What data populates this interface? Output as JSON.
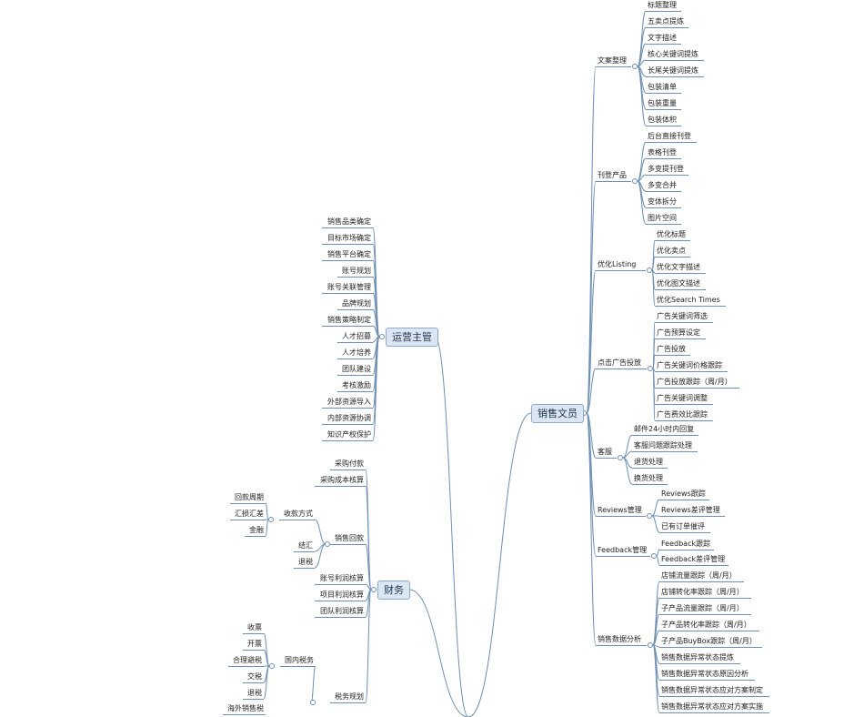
{
  "center_edge": {
    "label": ""
  },
  "hubs": {
    "sales": {
      "label": "销售文员",
      "groups": [
        {
          "label": "文案整理",
          "items": [
            "标题整理",
            "五卖点提炼",
            "文字描述",
            "核心关键词提炼",
            "长尾关键词提炼",
            "包装清单",
            "包装重量",
            "包装体积"
          ]
        },
        {
          "label": "刊登产品",
          "items": [
            "后台直接刊登",
            "表格刊登",
            "多变提刊登",
            "多变合并",
            "变体拆分",
            "图片空间"
          ]
        },
        {
          "label": "优化Listing",
          "items": [
            "优化标题",
            "优化卖点",
            "优化文字描述",
            "优化图文描述",
            "优化Search Times"
          ]
        },
        {
          "label": "点击广告投放",
          "items": [
            "广告关键词筛选",
            "广告预算设定",
            "广告投放",
            "广告关键词价格跟踪",
            "广告投放跟踪（周/月）",
            "广告关键词调整",
            "广告费效比跟踪"
          ]
        },
        {
          "label": "客服",
          "items": [
            "邮件24小时内回复",
            "客服问题跟踪处理",
            "退货处理",
            "换货处理"
          ]
        },
        {
          "label": "Reviews管理",
          "items": [
            "Reviews跟踪",
            "Reviews差评管理",
            "已有订单催评"
          ]
        },
        {
          "label": "Feedback管理",
          "items": [
            "Feedback跟踪",
            "Feedback差评管理"
          ]
        },
        {
          "label": "销售数据分析",
          "items": [
            "店铺流量跟踪（周/月）",
            "店铺转化率跟踪（周/月）",
            "子产品流量跟踪（周/月）",
            "子产品转化率跟踪（周/月）",
            "子产品BuyBox跟踪（周/月）",
            "销售数据异常状态提炼",
            "销售数据异常状态原因分析",
            "销售数据异常状态应对方案制定",
            "销售数据异常状态应对方案实施"
          ]
        }
      ]
    },
    "ops": {
      "label": "运营主管",
      "items": [
        "销售品类确定",
        "目标市场确定",
        "销售平台确定",
        "账号规划",
        "账号关联管理",
        "品牌规划",
        "销售策略制定",
        "人才招募",
        "人才培养",
        "团队建设",
        "考核激励",
        "外部资源导入",
        "内部资源协调",
        "知识产权保护"
      ]
    },
    "finance": {
      "label": "财务",
      "items": {
        "purchase_pay": "采购付款",
        "purchase_cost": "采购成本核算",
        "sales_collect": {
          "label": "销售回款",
          "method": {
            "label": "收款方式",
            "items": [
              "回款周期",
              "汇损汇差",
              "金融"
            ]
          },
          "settle": "结汇",
          "refund_tax": "退税"
        },
        "account_profit": "账号利润核算",
        "project_profit": "项目利润核算",
        "team_profit": "团队利润核算",
        "tax_plan": {
          "label": "税务规划",
          "domestic": {
            "label": "国内税务",
            "items": [
              "收票",
              "开票",
              "合理避税",
              "交税",
              "退税"
            ]
          },
          "overseas": "海外销售税"
        }
      }
    }
  }
}
